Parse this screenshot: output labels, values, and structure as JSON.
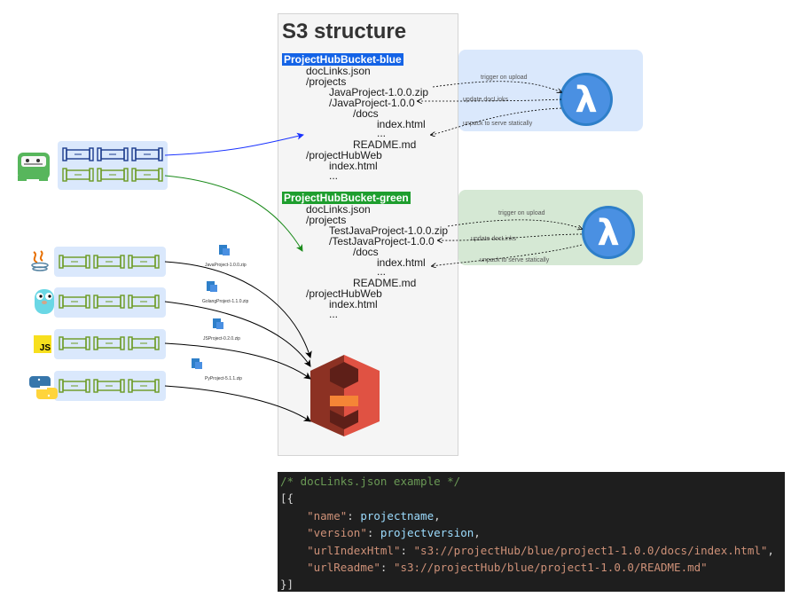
{
  "title": "S3 structure",
  "blue_bucket": {
    "name": "ProjectHubBucket-blue",
    "lines": [
      "docLinks.json",
      "/projects",
      "JavaProject-1.0.0.zip",
      "/JavaProject-1.0.0",
      "/docs",
      "index.html",
      "...",
      "README.md",
      "/projectHubWeb",
      "index.html",
      "..."
    ]
  },
  "green_bucket": {
    "name": "ProjectHubBucket-green",
    "lines": [
      "docLinks.json",
      "/projects",
      "TestJavaProject-1.0.0.zip",
      "/TestJavaProject-1.0.0",
      "/docs",
      "index.html",
      "...",
      "README.md",
      "/projectHubWeb",
      "index.html",
      "..."
    ]
  },
  "lambda_labels": {
    "trigger": "trigger on upload",
    "update": "update docLinks",
    "unpack": "unpack to serve statically"
  },
  "zip_files": [
    "JavaProject-1.0.0.zip",
    "GolangProject-1.1.0.zip",
    "JSProject-0.2.0.zip",
    "PyProject-5.1.1.zip"
  ],
  "js_badge": "JS",
  "code": {
    "comment": "/* docLinks.json example */",
    "open": "[{",
    "close": "}]",
    "fields": [
      {
        "key": "\"name\"",
        "value": "projectname",
        "sep": ","
      },
      {
        "key": "\"version\"",
        "value": "projectversion",
        "sep": ","
      },
      {
        "key": "\"urlIndexHtml\"",
        "value": "\"s3://projectHub/blue/project1-1.0.0/docs/index.html\"",
        "sep": ","
      },
      {
        "key": "\"urlReadme\"",
        "value": "\"s3://projectHub/blue/project1-1.0.0/README.md\"",
        "sep": ""
      }
    ]
  },
  "colors": {
    "blue_bucket": "#1463e6",
    "green_bucket": "#1e9e2e",
    "lambda": "#2e7fc9",
    "pipe_blue": "#1a3a8c",
    "pipe_green": "#6a9a20",
    "s3_red": "#e05243"
  }
}
